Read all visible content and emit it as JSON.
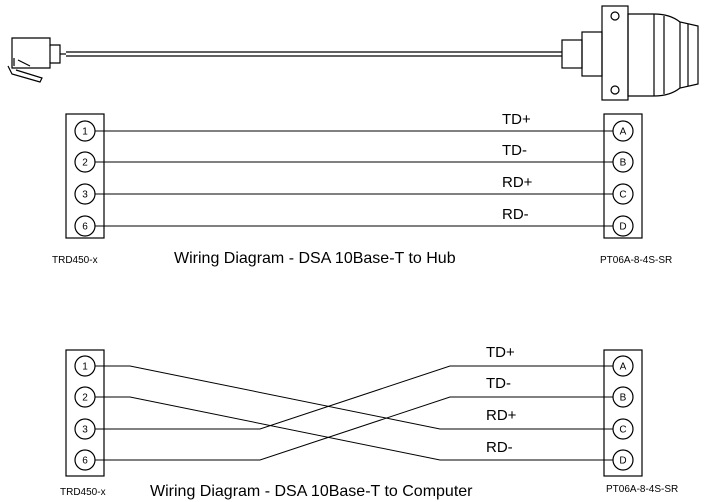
{
  "hub_diagram": {
    "caption": "Wiring Diagram - DSA 10Base-T to Hub",
    "left_connector": {
      "part": "TRD450-x",
      "pins": [
        "1",
        "2",
        "3",
        "6"
      ]
    },
    "right_connector": {
      "part": "PT06A-8-4S-SR",
      "pins": [
        "A",
        "B",
        "C",
        "D"
      ]
    },
    "signals": [
      "TD+",
      "TD-",
      "RD+",
      "RD-"
    ]
  },
  "computer_diagram": {
    "caption": "Wiring Diagram - DSA 10Base-T to Computer",
    "left_connector": {
      "part": "TRD450-x",
      "pins": [
        "1",
        "2",
        "3",
        "6"
      ]
    },
    "right_connector": {
      "part": "PT06A-8-4S-SR",
      "pins": [
        "A",
        "B",
        "C",
        "D"
      ]
    },
    "signals": [
      "TD+",
      "TD-",
      "RD+",
      "RD-"
    ]
  }
}
